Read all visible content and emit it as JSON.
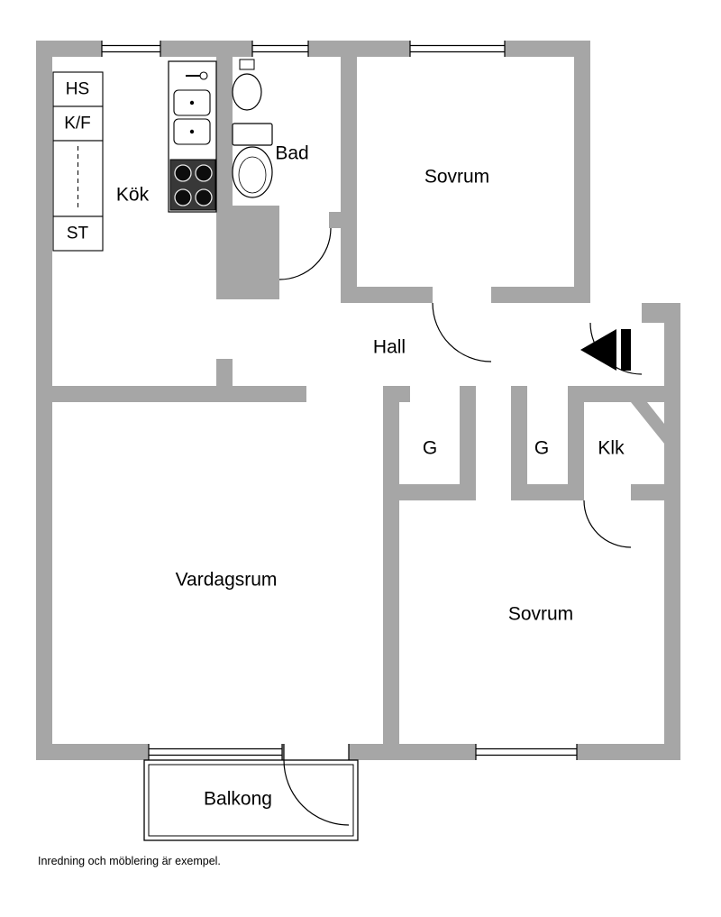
{
  "plan": {
    "caption": "Inredning och möblering är exempel.",
    "rooms": {
      "kitchen": "Kök",
      "bathroom": "Bad",
      "bedroom_top": "Sovrum",
      "hall": "Hall",
      "wardrobe_left": "G",
      "wardrobe_right": "G",
      "closet": "Klk",
      "living_room": "Vardagsrum",
      "bedroom_bottom": "Sovrum",
      "balcony": "Balkong"
    },
    "kitchen_units": {
      "hs": "HS",
      "kf": "K/F",
      "st": "ST"
    },
    "colors": {
      "wall": "#a6a6a6",
      "floor": "#ffffff",
      "line": "#000000"
    }
  }
}
